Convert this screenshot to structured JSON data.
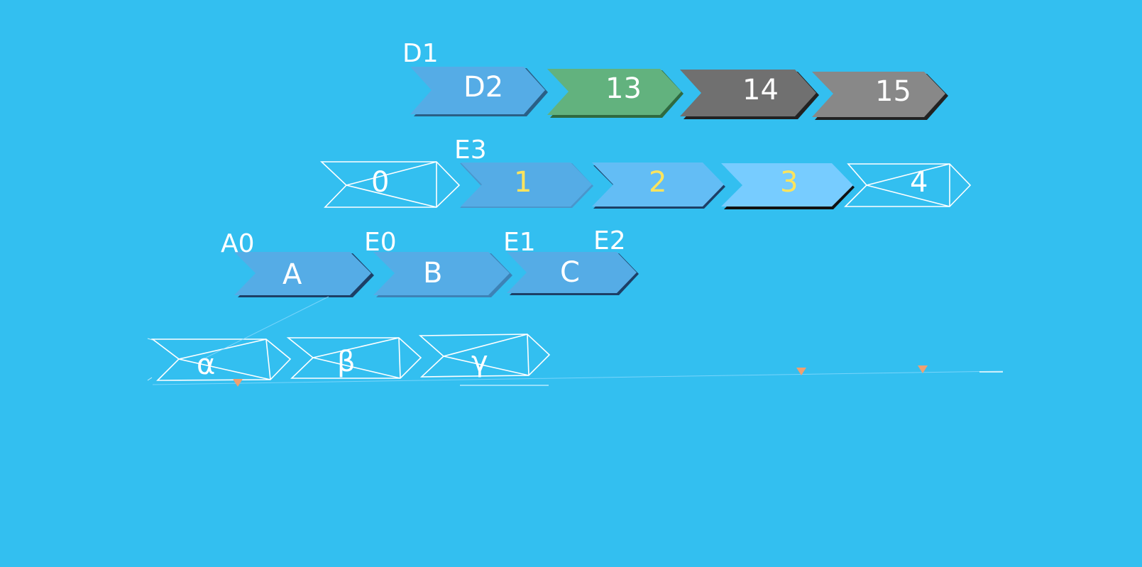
{
  "row1": {
    "group_label": "D1",
    "items": [
      {
        "label": "D2",
        "fill": "#55ace6"
      },
      {
        "label": "13",
        "fill": "#62b27e"
      },
      {
        "label": "14",
        "fill": "#707070"
      },
      {
        "label": "15",
        "fill": "#888888"
      }
    ]
  },
  "row2": {
    "group_label": "E3",
    "items": [
      {
        "label": "0",
        "style": "wireframe"
      },
      {
        "label": "1",
        "fill": "#55ace6",
        "text_color": "#ffe45c"
      },
      {
        "label": "2",
        "fill": "#63bdf5",
        "text_color": "#ffe45c"
      },
      {
        "label": "3",
        "fill": "#77ccff",
        "text_color": "#ffe45c"
      },
      {
        "label": "4",
        "style": "wireframe"
      }
    ]
  },
  "row3": {
    "labels": [
      "A0",
      "E0",
      "E1",
      "E2"
    ],
    "items": [
      {
        "label": "A",
        "fill": "#55ace6"
      },
      {
        "label": "B",
        "fill": "#55ace6"
      },
      {
        "label": "C",
        "fill": "#55ace6"
      }
    ]
  },
  "row4": {
    "items": [
      {
        "label": "α",
        "style": "wireframe"
      },
      {
        "label": "β",
        "style": "wireframe"
      },
      {
        "label": "γ",
        "style": "wireframe"
      }
    ]
  },
  "colors": {
    "background": "#33bff0",
    "marker": "#f0a070"
  }
}
